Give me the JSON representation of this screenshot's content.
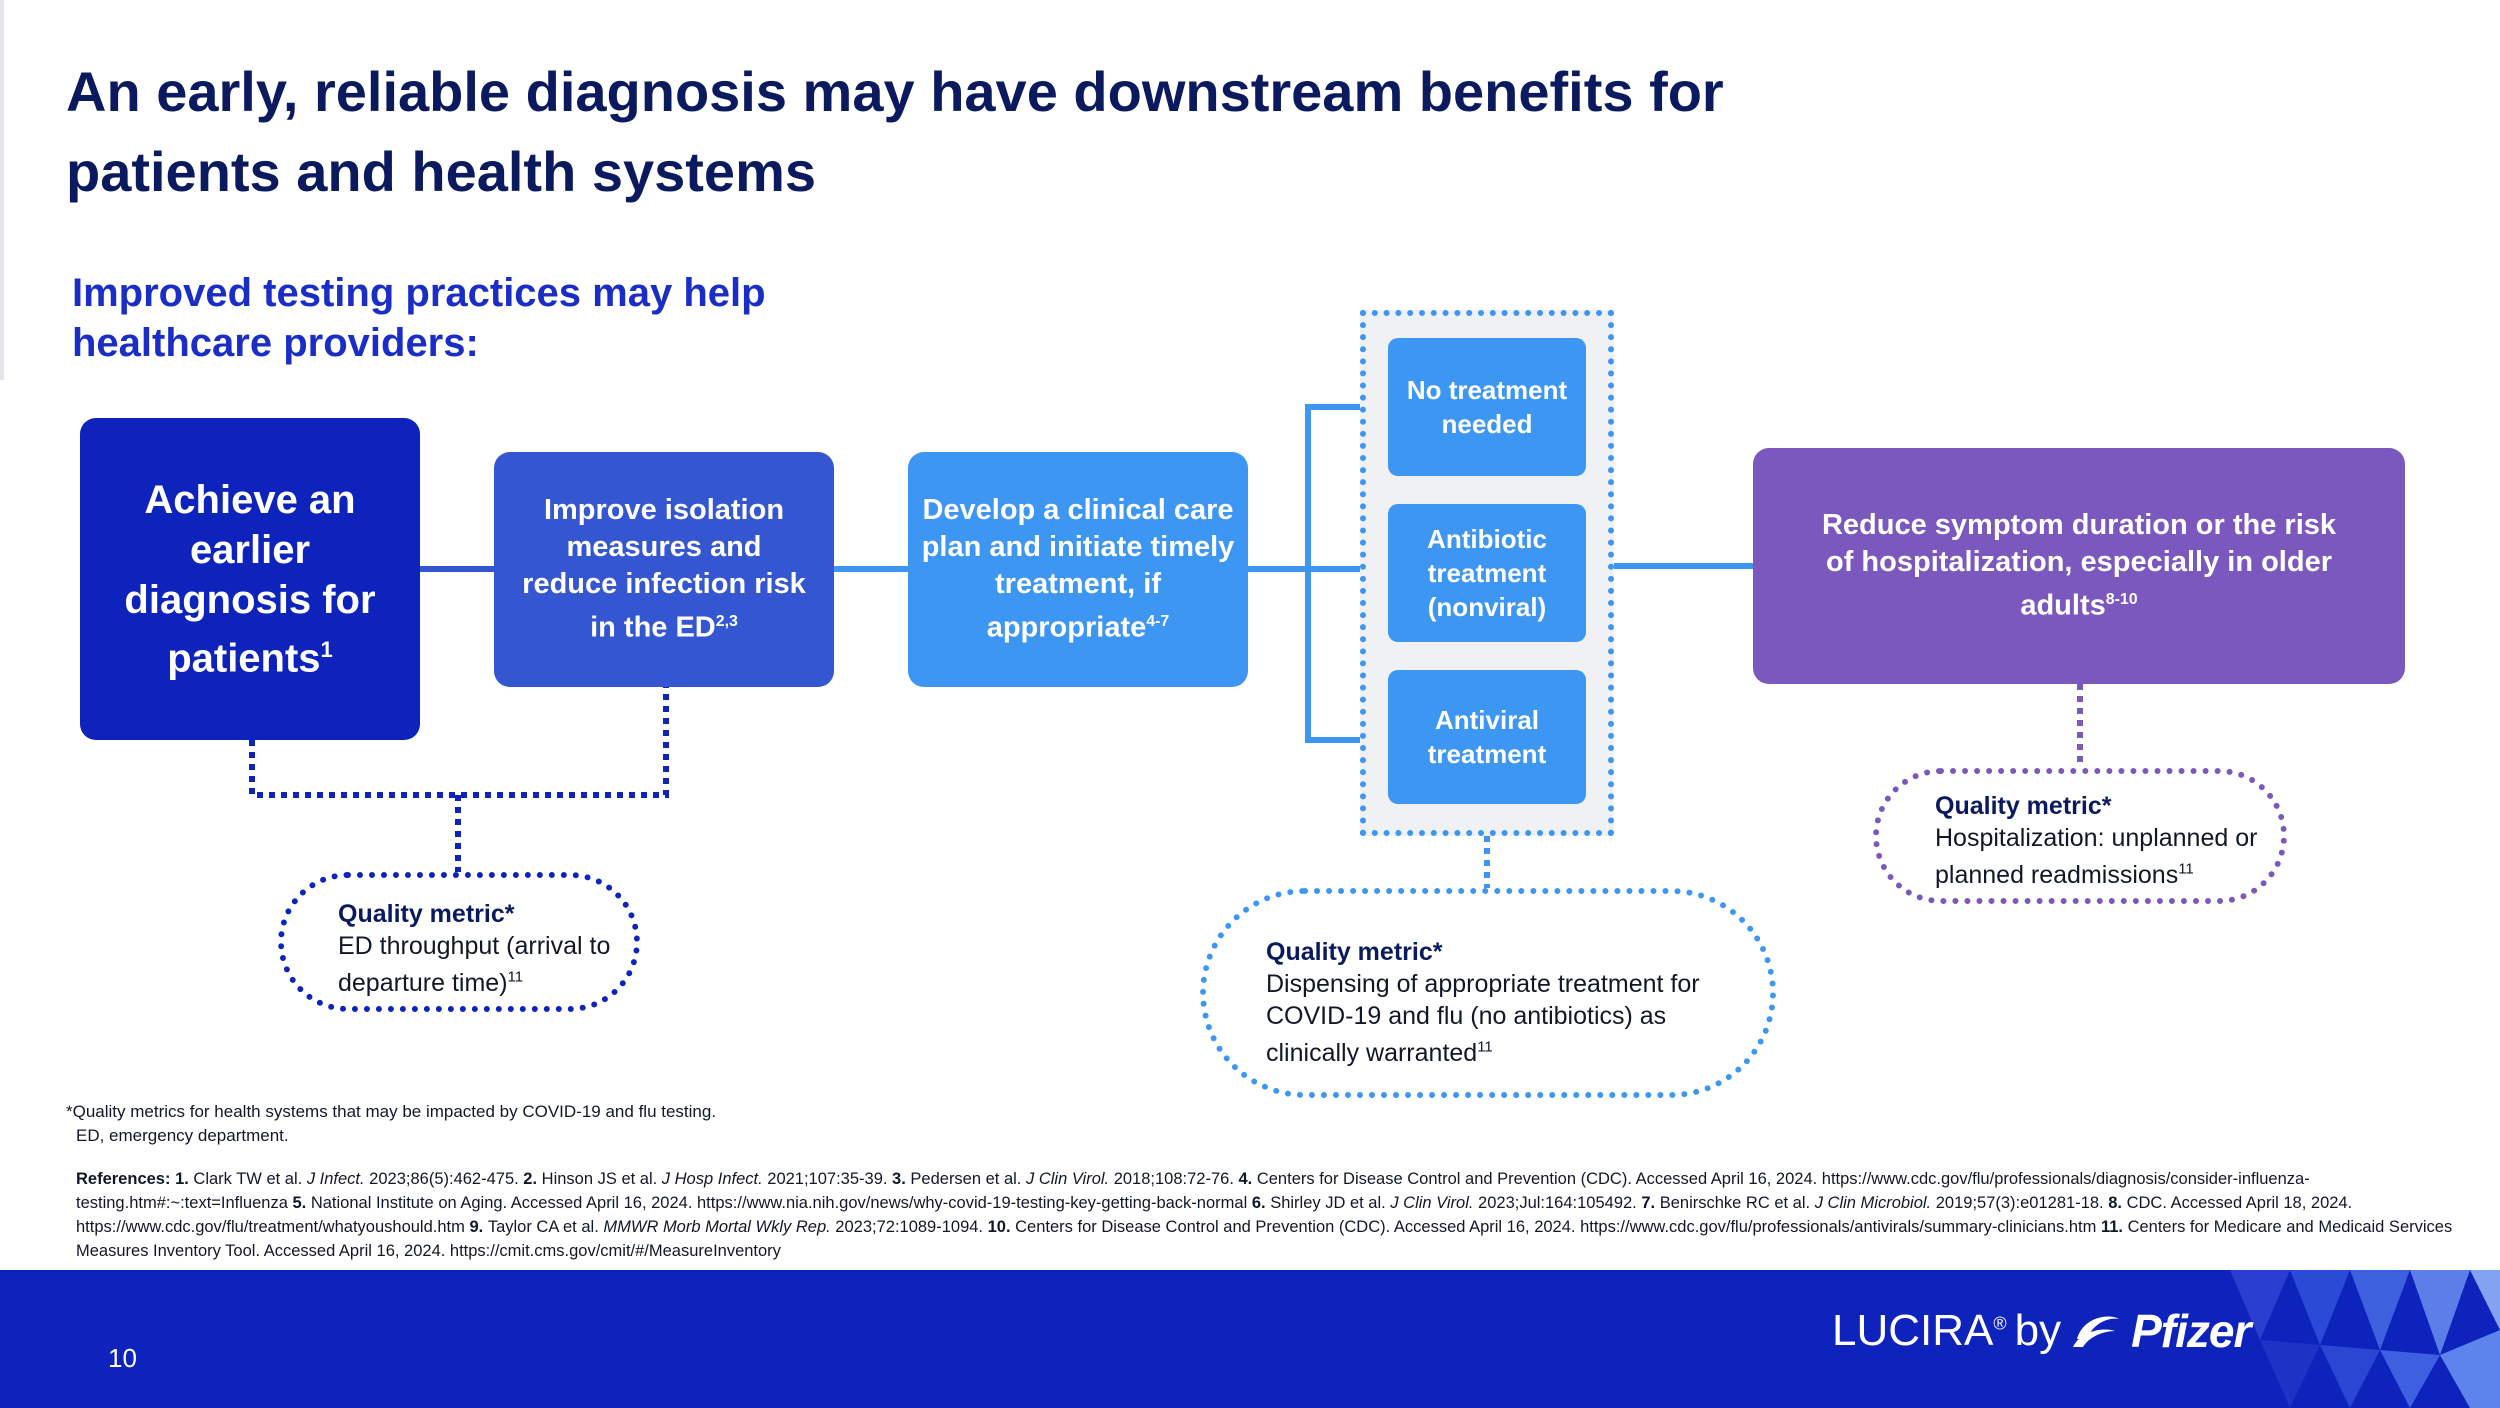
{
  "title": "An early, reliable diagnosis may have downstream benefits for patients and health systems",
  "subtitle": "Improved testing practices may help healthcare providers:",
  "steps": {
    "diagnosis": {
      "text": "Achieve an earlier diagnosis for patients",
      "ref": "1"
    },
    "isolation": {
      "text": "Improve isolation measures and reduce infection risk in the ED",
      "ref": "2,3"
    },
    "careplan": {
      "text": "Develop a clinical care plan and initiate timely treatment, if appropriate",
      "ref": "4-7"
    },
    "options": [
      "No treatment needed",
      "Antibiotic treatment (nonviral)",
      "Antiviral treatment"
    ],
    "outcome": {
      "text": "Reduce symptom duration or the risk of hospitalization, especially in older adults",
      "ref": "8-10"
    }
  },
  "metrics": {
    "label": "Quality metric*",
    "ed": {
      "text": "ED throughput (arrival to departure time)",
      "ref": "11"
    },
    "treatment": {
      "text": "Dispensing of appropriate treatment for COVID-19 and flu (no antibiotics) as clinically warranted",
      "ref": "11"
    },
    "hospital": {
      "text": "Hospitalization: unplanned or planned readmissions",
      "ref": "11"
    }
  },
  "footnote": {
    "line1": "*Quality metrics for health systems that may be impacted by COVID-19 and flu testing.",
    "line2": "ED, emergency department."
  },
  "references": {
    "label": "References:",
    "items": [
      {
        "num": "1.",
        "pre": "Clark TW et al. ",
        "journal": "J Infect.",
        "post": " 2023;86(5):462-475. "
      },
      {
        "num": "2.",
        "pre": "Hinson JS et al. ",
        "journal": "J Hosp Infect.",
        "post": " 2021;107:35-39. "
      },
      {
        "num": "3.",
        "pre": "Pedersen et al. ",
        "journal": "J Clin Virol.",
        "post": " 2018;108:72-76. "
      },
      {
        "num": "4.",
        "pre": "Centers for Disease Control and Prevention (CDC). Accessed April 16, 2024. https://www.cdc.gov/flu/professionals/diagnosis/consider-influenza-testing.htm#:~:text=Influenza ",
        "journal": "",
        "post": ""
      },
      {
        "num": "5.",
        "pre": "National Institute on Aging. Accessed April 16, 2024. https://www.nia.nih.gov/news/why-covid-19-testing-key-getting-back-normal ",
        "journal": "",
        "post": ""
      },
      {
        "num": "6.",
        "pre": "Shirley JD et al. ",
        "journal": "J Clin Virol.",
        "post": " 2023;Jul:164:105492. "
      },
      {
        "num": "7.",
        "pre": "Benirschke RC et al. ",
        "journal": "J Clin Microbiol.",
        "post": " 2019;57(3):e01281-18. "
      },
      {
        "num": "8.",
        "pre": "CDC. Accessed April 18, 2024. https://www.cdc.gov/flu/treatment/whatyoushould.htm ",
        "journal": "",
        "post": ""
      },
      {
        "num": "9.",
        "pre": "Taylor CA et al. ",
        "journal": "MMWR Morb Mortal Wkly Rep.",
        "post": " 2023;72:1089-1094. "
      },
      {
        "num": "10.",
        "pre": "Centers for Disease Control and Prevention (CDC). Accessed April 16, 2024. https://www.cdc.gov/flu/professionals/antivirals/summary-clinicians.htm ",
        "journal": "",
        "post": ""
      },
      {
        "num": "11.",
        "pre": "Centers for Medicare and Medicaid Services Measures Inventory Tool. Accessed April 16, 2024. https://cmit.cms.gov/cmit/#/MeasureInventory",
        "journal": "",
        "post": ""
      }
    ]
  },
  "footer": {
    "page_number": "10",
    "brand": "LUCIRA",
    "brand_mark": "®",
    "brand_by": "by",
    "brand_company": "Pfizer"
  },
  "colors": {
    "navy": "#0b1a5e",
    "royal_blue": "#0d23bc",
    "mid_blue": "#3457d1",
    "light_blue": "#3d96f2",
    "purple": "#7b58bd"
  },
  "icons": [
    "pfizer-logo-icon",
    "footer-triangle-pattern-icon"
  ]
}
